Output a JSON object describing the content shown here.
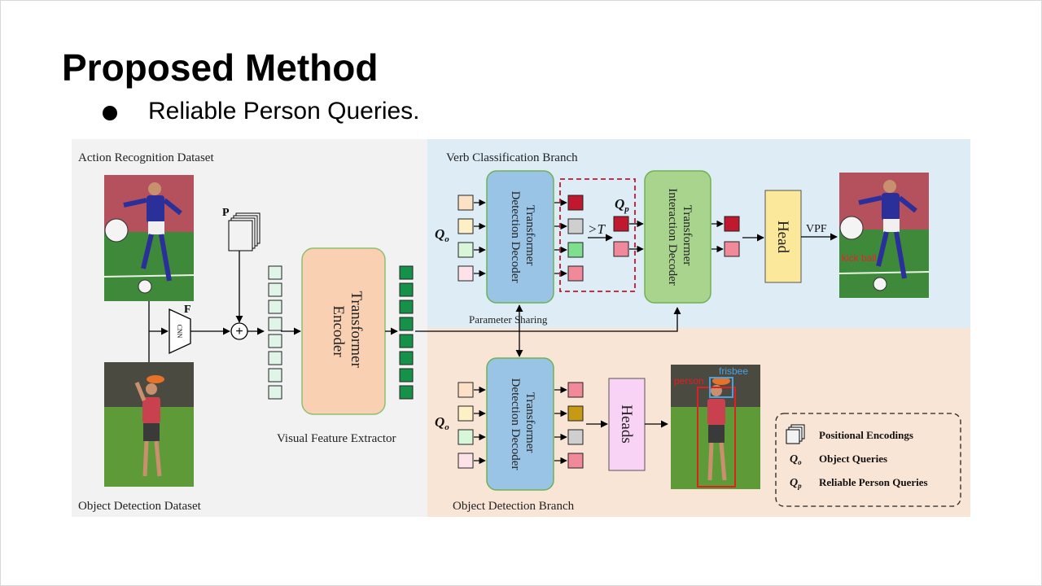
{
  "slide": {
    "title": "Proposed Method",
    "bullet": "Reliable Person Queries."
  },
  "diagram": {
    "regions": {
      "left_top_label": "Action Recognition Dataset",
      "left_bottom_label": "Object Detection Dataset",
      "verb_branch_label": "Verb Classification Branch",
      "detection_branch_label": "Object Detection Branch",
      "extractor_label": "Visual Feature Extractor",
      "parameter_sharing_label": "Parameter  Sharing"
    },
    "symbols": {
      "p": "P",
      "f": "F",
      "cnn": "CNN",
      "plus": "+",
      "qo_main": "Q",
      "qo_sub": "o",
      "qp_main": "Q",
      "qp_sub": "p",
      "threshold": ">T",
      "vpf": "VPF"
    },
    "blocks": {
      "encoder": "Transformer\nEncoder",
      "detection_decoder": "Transformer\nDetection Decoder",
      "interaction_decoder": "Transformer\nInteraction Decoder",
      "head": "Head",
      "heads": "Heads"
    },
    "image_labels": {
      "verb_result": "kick ball",
      "det_person": "person",
      "det_frisbee": "frisbee"
    },
    "legend": {
      "items": [
        {
          "main": "",
          "sub": "",
          "text": "Positional  Encodings"
        },
        {
          "main": "Q",
          "sub": "o",
          "text": "Object Queries"
        },
        {
          "main": "Q",
          "sub": "p",
          "text": "Reliable Person Queries"
        }
      ]
    },
    "colors": {
      "left_bg": "#f2f2f2",
      "verb_bg": "#ddecf5",
      "det_bg": "#f8e5d6",
      "encoder_fill": "#f9d0b2",
      "encoder_stroke": "#8dbf72",
      "decoder_fill": "#9ac4e6",
      "decoder_stroke": "#6fb153",
      "interaction_fill": "#a9d48e",
      "head_fill": "#fce89a",
      "heads_fill": "#f8d3f5",
      "query_colors": [
        "#fde1c7",
        "#fdefc6",
        "#d8f6d8",
        "#fde2ea"
      ],
      "verb_out_colors": [
        "#c0182f",
        "#cfcfcf",
        "#7ee08e",
        "#f08a9a"
      ],
      "det_out_colors": [
        "#f08a9a",
        "#c69a14",
        "#cfcfcf",
        "#f08a9a"
      ],
      "reliable_colors": [
        "#c0182f",
        "#f08a9a"
      ],
      "pe_token": "#e0f4e8",
      "enc_token": "#16914a",
      "dashed_box": "#c0182f"
    }
  }
}
